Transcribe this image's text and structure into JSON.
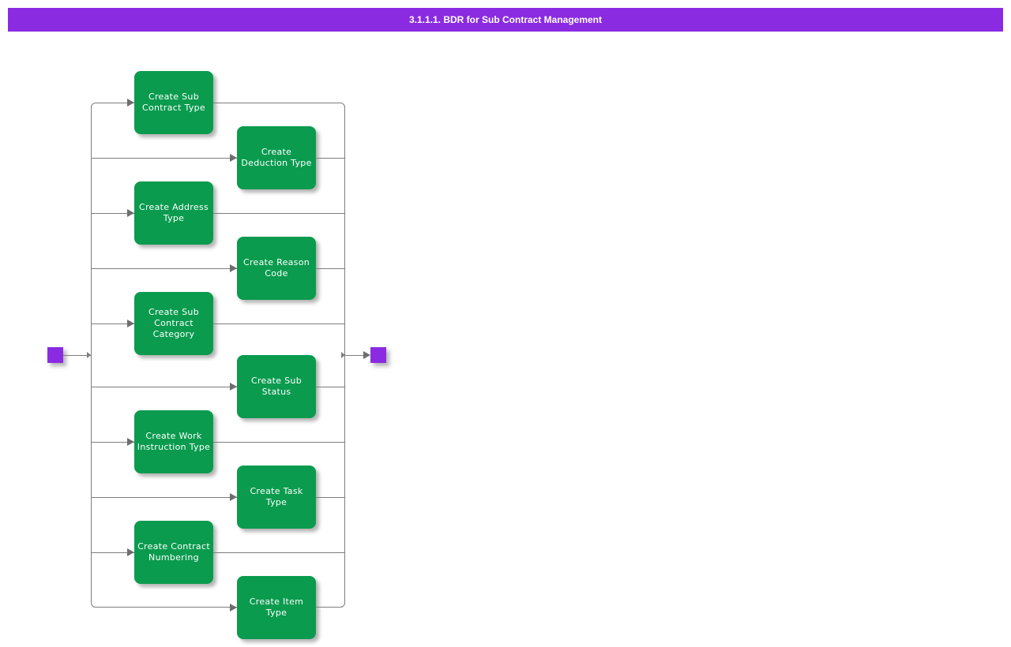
{
  "title": "3.1.1.1. BDR for Sub Contract Management",
  "colors": {
    "accent_purple": "#8a2be2",
    "node_green": "#0a9b4e",
    "line_gray": "#7d7d7d",
    "node_text": "#ffffff"
  },
  "tasks": [
    {
      "label": "Create Sub\nContract Type",
      "column": "left"
    },
    {
      "label": "Create\nDeduction Type",
      "column": "right"
    },
    {
      "label": "Create Address\nType",
      "column": "left"
    },
    {
      "label": "Create Reason\nCode",
      "column": "right"
    },
    {
      "label": "Create Sub\nContract\nCategory",
      "column": "left"
    },
    {
      "label": "Create Sub\nStatus",
      "column": "right"
    },
    {
      "label": "Create Work\nInstruction Type",
      "column": "left"
    },
    {
      "label": "Create Task\nType",
      "column": "right"
    },
    {
      "label": "Create Contract\nNumbering",
      "column": "left"
    },
    {
      "label": "Create Item\nType",
      "column": "right"
    }
  ]
}
